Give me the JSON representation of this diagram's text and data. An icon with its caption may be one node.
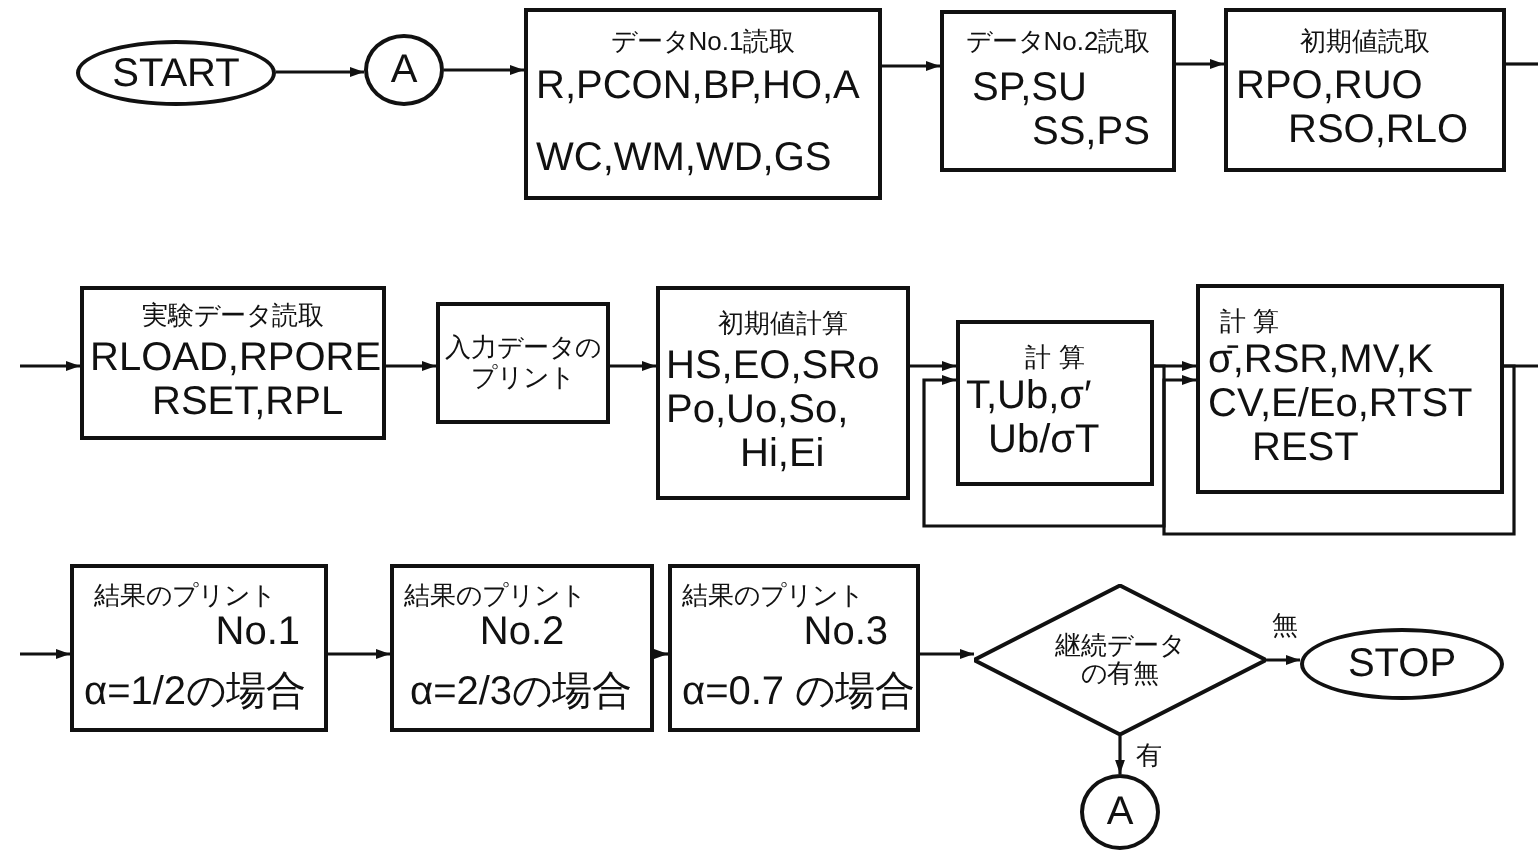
{
  "diagram": {
    "nodes": [
      {
        "text": [
          "START"
        ]
      },
      {
        "text": [
          "A"
        ]
      },
      {
        "text": [
          "データNo.1読取",
          "R,PCON,BP,HO,A WC,WM,WD,GS"
        ]
      },
      {
        "text": [
          "データNo.2読取",
          "SP,SU SS,PS"
        ]
      },
      {
        "text": [
          "初期値読取",
          "RPO,RUO RSO,RLO"
        ]
      },
      {
        "text": [
          "実験データ読取",
          "RLOAD,RPORE RSET,RPL"
        ]
      },
      {
        "text": [
          "入力データのプリント"
        ]
      },
      {
        "text": [
          "初期値計算",
          "HS,EO,SRo Po,Uo,So, Hi,Ei"
        ]
      },
      {
        "text": [
          "計 算",
          "T,Ub,σ′ Ub/σT"
        ]
      },
      {
        "text": [
          "計 算",
          "σ̄,RSR,MV,K CV,E/Eo,RTST REST"
        ]
      },
      {
        "text": [
          "結果のプリント",
          "No.1",
          "α=1/2の場合"
        ]
      },
      {
        "text": [
          "結果のプリント",
          "No.2",
          "α=2/3の場合"
        ]
      },
      {
        "text": [
          "結果のプリント",
          "No.3",
          "α=0.7 の場合"
        ]
      },
      {
        "text": [
          "継続データの有無"
        ]
      },
      {
        "text": [
          "STOP"
        ]
      },
      {
        "text": [
          "A"
        ]
      }
    ],
    "edges": [
      {
        "from": 0,
        "to": 1,
        "arrow": "to"
      },
      {
        "from": 1,
        "to": 2,
        "arrow": "to"
      },
      {
        "from": 2,
        "to": 3,
        "arrow": "to"
      },
      {
        "from": 3,
        "to": 4,
        "arrow": "to"
      },
      {
        "from": 4,
        "to": null,
        "arrow": "none"
      },
      {
        "from": null,
        "to": 5,
        "arrow": "to"
      },
      {
        "from": 5,
        "to": 6,
        "arrow": "to"
      },
      {
        "from": 6,
        "to": 7,
        "arrow": "to"
      },
      {
        "from": 7,
        "to": 8,
        "arrow": "to"
      },
      {
        "from": 8,
        "to": 8,
        "arrow": "to"
      },
      {
        "from": 8,
        "to": 9,
        "arrow": "to"
      },
      {
        "from": 9,
        "to": 9,
        "arrow": "to"
      },
      {
        "from": 9,
        "to": null,
        "arrow": "none"
      },
      {
        "from": null,
        "to": 10,
        "arrow": "to"
      },
      {
        "from": 10,
        "to": 11,
        "arrow": "to"
      },
      {
        "from": 11,
        "to": 12,
        "arrow": "to"
      },
      {
        "from": 12,
        "to": 13,
        "arrow": "to"
      },
      {
        "from": 13,
        "to": 14,
        "arrow": "to",
        "label": "無"
      },
      {
        "from": 13,
        "to": 15,
        "arrow": "to",
        "label": "有"
      }
    ]
  }
}
